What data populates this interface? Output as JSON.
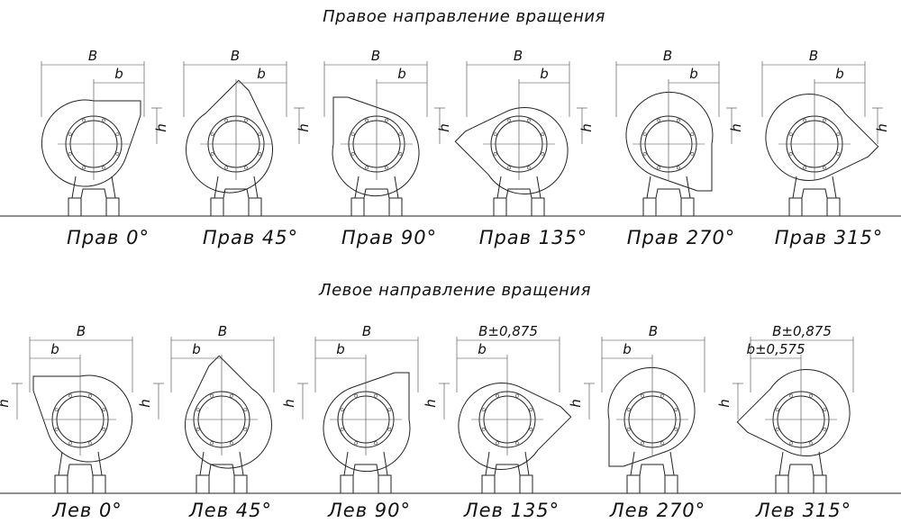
{
  "sections": [
    {
      "title": "Правое направление вращения",
      "variants": [
        {
          "caption": "Прав 0°",
          "B": "B",
          "b": "b",
          "h": "h",
          "angle": 0,
          "hand": "right"
        },
        {
          "caption": "Прав 45°",
          "B": "B",
          "b": "b",
          "h": "h",
          "angle": 45,
          "hand": "right"
        },
        {
          "caption": "Прав 90°",
          "B": "B",
          "b": "b",
          "h": "h",
          "angle": 90,
          "hand": "right"
        },
        {
          "caption": "Прав 135°",
          "B": "B",
          "b": "b",
          "h": "h",
          "angle": 135,
          "hand": "right"
        },
        {
          "caption": "Прав 270°",
          "B": "B",
          "b": "b",
          "h": "h",
          "angle": 270,
          "hand": "right"
        },
        {
          "caption": "Прав 315°",
          "B": "B",
          "b": "b",
          "h": "h",
          "angle": 315,
          "hand": "right"
        }
      ]
    },
    {
      "title": "Левое направление вращения",
      "variants": [
        {
          "caption": "Лев 0°",
          "B": "B",
          "b": "b",
          "h": "h",
          "angle": 0,
          "hand": "left"
        },
        {
          "caption": "Лев 45°",
          "B": "B",
          "b": "b",
          "h": "h",
          "angle": 45,
          "hand": "left"
        },
        {
          "caption": "Лев 90°",
          "B": "B",
          "b": "b",
          "h": "h",
          "angle": 90,
          "hand": "left"
        },
        {
          "caption": "Лев 135°",
          "B": "B±0,875",
          "b": "b",
          "h": "h",
          "angle": 135,
          "hand": "left"
        },
        {
          "caption": "Лев 270°",
          "B": "B",
          "b": "b",
          "h": "h",
          "angle": 270,
          "hand": "left"
        },
        {
          "caption": "Лев 315°",
          "B": "B±0,875",
          "b": "b±0,575",
          "h": "h",
          "angle": 315,
          "hand": "left"
        }
      ]
    }
  ]
}
